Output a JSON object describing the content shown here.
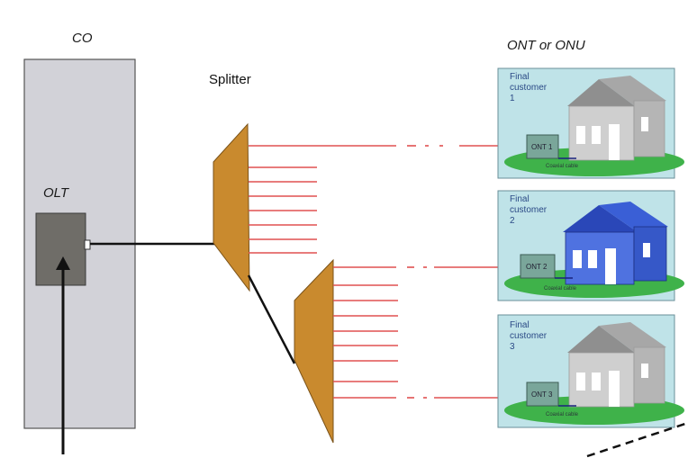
{
  "co_label": "CO",
  "olt_label": "OLT",
  "splitter_label": "Splitter",
  "ont_title": "ONT or ONU",
  "customers": [
    {
      "line1": "Final",
      "line2": "customer",
      "line3": "1",
      "ont": "ONT 1",
      "cable": "Coaxial cable",
      "house_color": "gray"
    },
    {
      "line1": "Final",
      "line2": "customer",
      "line3": "2",
      "ont": "ONT 2",
      "cable": "Coaxial cable",
      "house_color": "blue"
    },
    {
      "line1": "Final",
      "line2": "customer",
      "line3": "3",
      "ont": "ONT 3",
      "cable": "Coaxial cable",
      "house_color": "gray"
    }
  ],
  "colors": {
    "co_fill": "#d2d2d8",
    "olt_fill": "#6f6d68",
    "splitter_fill": "#c98a2e",
    "fiber": "#e05050",
    "panel_bg": "#bfe3e8",
    "grass": "#3fb24a"
  }
}
